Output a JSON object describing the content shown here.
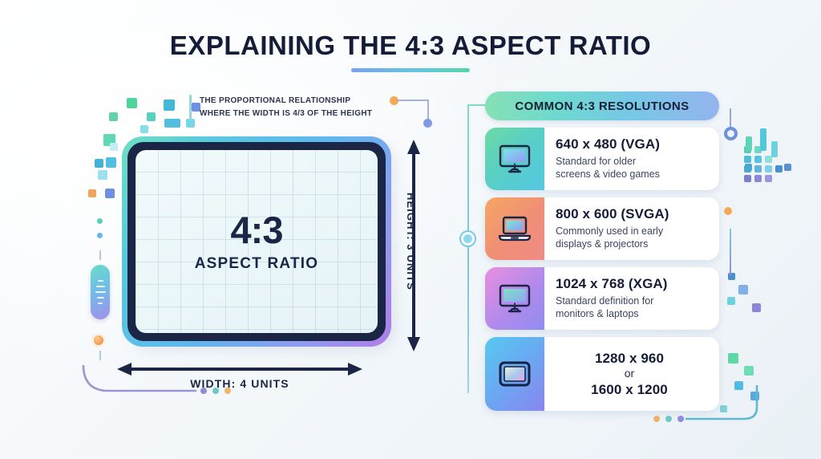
{
  "title": "EXPLAINING THE 4:3 ASPECT RATIO",
  "annotation": {
    "line1": "THE PROPORTIONAL RELATIONSHIP",
    "line2": "WHERE THE WIDTH IS 4/3 OF THE HEIGHT"
  },
  "screen": {
    "ratio": "4:3",
    "label": "ASPECT RATIO"
  },
  "dimensions": {
    "height_label": "HEIGHT: 3 UNITS",
    "width_label": "WIDTH: 4 UNITS"
  },
  "panel": {
    "header": "COMMON 4:3 RESOLUTIONS",
    "cards": [
      {
        "title": "640 x 480 (VGA)",
        "desc_line1": "Standard for older",
        "desc_line2": "screens & video games",
        "icon": "desktop-monitor-icon"
      },
      {
        "title": "800 x 600 (SVGA)",
        "desc_line1": "Commonly used in early",
        "desc_line2": "displays & projectors",
        "icon": "laptop-icon"
      },
      {
        "title": "1024 x 768 (XGA)",
        "desc_line1": "Standard definition for",
        "desc_line2": "monitors & laptops",
        "icon": "desktop-monitor-icon"
      },
      {
        "title": "1280 x 960",
        "or_text": "or",
        "title2": "1600 x 1200",
        "icon": "display-frame-icon"
      }
    ]
  },
  "colors": {
    "title_navy": "#141c38",
    "accent_green": "#6ddba4",
    "accent_teal": "#54c8e4",
    "accent_blue": "#6aa8f2",
    "accent_purple": "#8f8cf0",
    "accent_orange": "#f5a955"
  }
}
